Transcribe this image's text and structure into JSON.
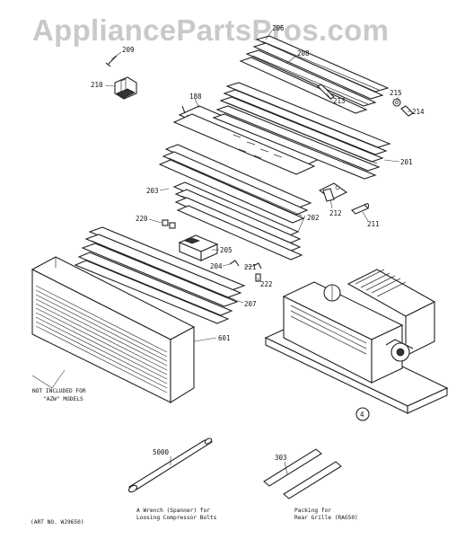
{
  "watermark": "AppliancePartsPros.com",
  "part_labels": {
    "p209": "209",
    "p210": "210",
    "p206": "206",
    "p208": "208",
    "p188": "188",
    "p213": "213",
    "p215": "215",
    "p214": "214",
    "p201": "201",
    "p203": "203",
    "p212": "212",
    "p211": "211",
    "p202": "202",
    "p220": "220",
    "p205": "205",
    "p204": "204",
    "p221": "221",
    "p222": "222",
    "p207": "207",
    "p601": "601",
    "p5000": "5000",
    "p303": "303",
    "p4": "4"
  },
  "notes": {
    "not_included_line1": "NOT INCLUDED FOR",
    "not_included_line2": "\"AZW\" MODELS",
    "wrench_line1": "A Wrench (Spanner) for",
    "wrench_line2": "Loosing Compressor Bolts",
    "packing_line1": "Packing for",
    "packing_line2": "Rear Grille (RAG50)",
    "art_no": "(ART NO. WJ9650)"
  }
}
